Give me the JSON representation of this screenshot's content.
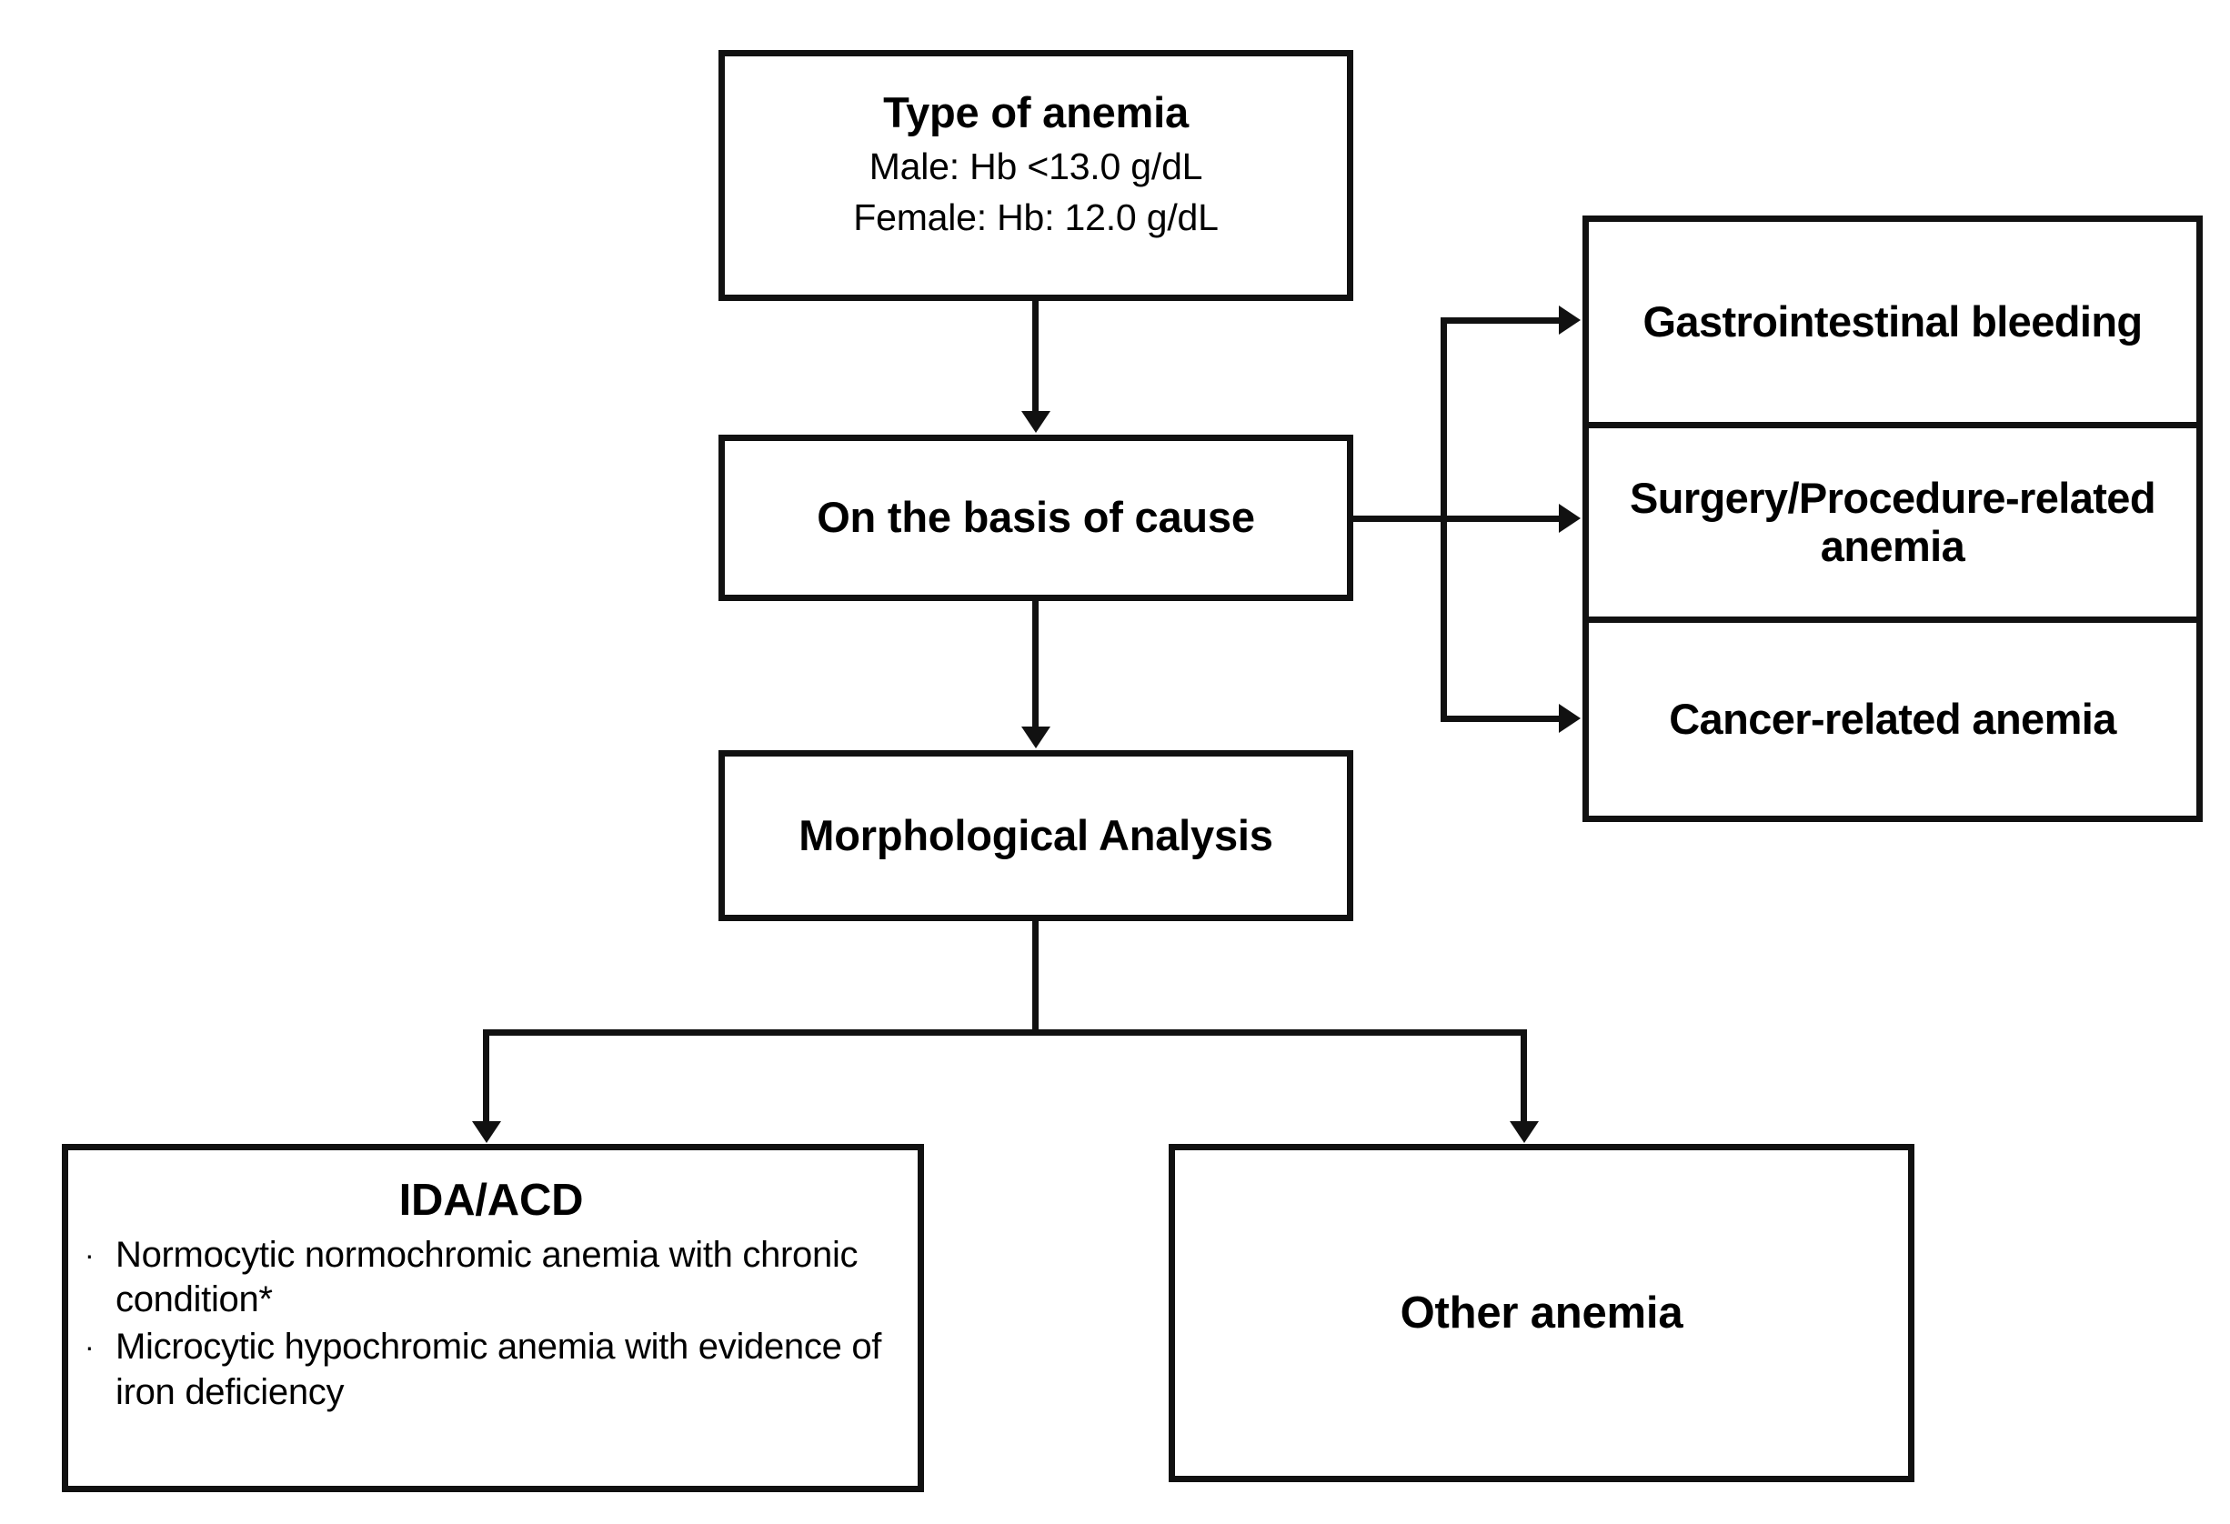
{
  "diagram": {
    "title": "Type of anemia classification flowchart",
    "background_color": "#ffffff",
    "line_color": "#111111",
    "text_color": "#000000"
  },
  "nodes": {
    "type_of_anemia": {
      "title": "Type of anemia",
      "line1": "Male: Hb <13.0 g/dL",
      "line2": "Female: Hb: 12.0 g/dL"
    },
    "on_the_basis_of_cause": {
      "title": "On the basis of cause"
    },
    "morphological_analysis": {
      "title": "Morphological Analysis"
    },
    "causes": [
      {
        "label": "Gastrointestinal bleeding"
      },
      {
        "label": "Surgery/Procedure-related anemia"
      },
      {
        "label": "Cancer-related anemia"
      }
    ],
    "ida_acd": {
      "title": "IDA/ACD",
      "bullets": [
        {
          "marker": "·",
          "text": "Normocytic normochromic anemia with chronic condition*"
        },
        {
          "marker": "·",
          "text": "Microcytic hypochromic anemia with evidence of iron deficiency"
        }
      ]
    },
    "other_anemia": {
      "title": "Other anemia"
    }
  },
  "edges": [
    {
      "from": "type_of_anemia",
      "to": "on_the_basis_of_cause",
      "style": "arrow-down"
    },
    {
      "from": "on_the_basis_of_cause",
      "to": "morphological_analysis",
      "style": "arrow-down"
    },
    {
      "from": "on_the_basis_of_cause",
      "to": "causes.0",
      "style": "elbow-arrow-right"
    },
    {
      "from": "on_the_basis_of_cause",
      "to": "causes.1",
      "style": "arrow-right"
    },
    {
      "from": "on_the_basis_of_cause",
      "to": "causes.2",
      "style": "elbow-arrow-right"
    },
    {
      "from": "morphological_analysis",
      "to": "ida_acd",
      "style": "fork-arrow-down"
    },
    {
      "from": "morphological_analysis",
      "to": "other_anemia",
      "style": "fork-arrow-down"
    }
  ]
}
